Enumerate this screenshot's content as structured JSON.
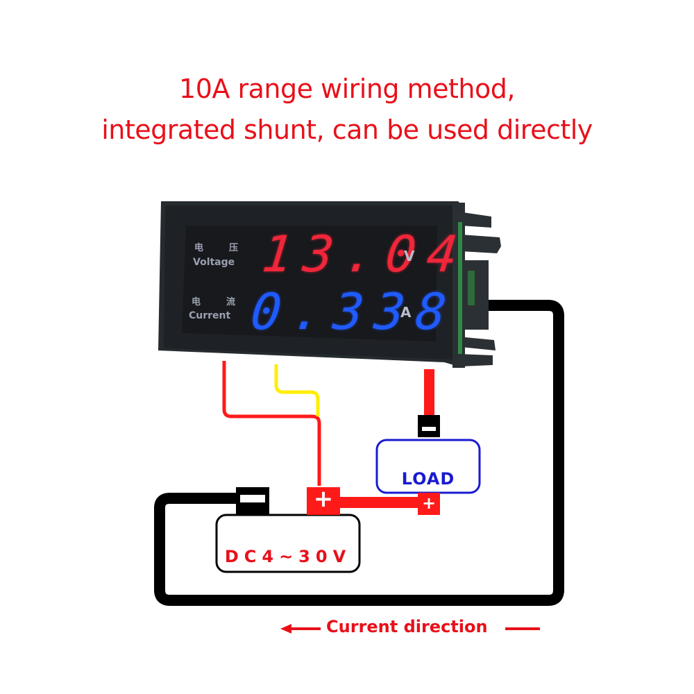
{
  "title": {
    "line1": "10A range wiring method,",
    "line2": "integrated shunt, can be used directly"
  },
  "meter": {
    "voltage_label_cn_1": "电",
    "voltage_label_cn_2": "压",
    "voltage_label_en": "Voltage",
    "current_label_cn_1": "电",
    "current_label_cn_2": "流",
    "current_label_en": "Current",
    "voltage_reading": "13.04",
    "current_reading": "0.338",
    "voltage_unit": "V",
    "current_unit": "A",
    "voltage_color": "#f0263a",
    "current_color": "#1f5bff"
  },
  "load": {
    "label": "LOAD",
    "negative_terminal": "−",
    "positive_terminal": "+"
  },
  "source": {
    "label": "DC4~30V",
    "negative_terminal": "−",
    "positive_terminal": "+"
  },
  "wires": {
    "red": "#ff1a1a",
    "yellow": "#ffee00",
    "black": "#000000"
  },
  "footer": {
    "current_direction_label": "Current direction",
    "arrow_icon": "left-arrow-icon"
  }
}
